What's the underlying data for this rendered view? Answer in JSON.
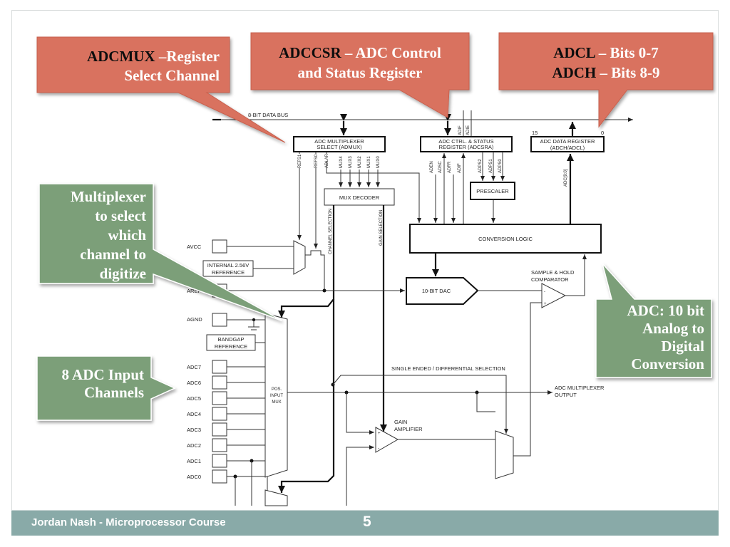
{
  "colors": {
    "callout_red": "#d9725f",
    "callout_green": "#7b9f79",
    "footer": "#89aaa8"
  },
  "callouts": {
    "admux": {
      "key": "ADCMUX",
      "rest": " –Register",
      "line2": "Select Channel"
    },
    "adcsr": {
      "key": "ADCCSR",
      "rest": " – ADC Control",
      "line2": "and Status Register"
    },
    "adcl": {
      "key1": "ADCL",
      "rest1": " – Bits 0-7",
      "key2": "ADCH",
      "rest2": " – Bits 8-9"
    },
    "mux": {
      "lines": [
        "Multiplexer",
        "to select",
        "which",
        "channel to",
        "digitize"
      ]
    },
    "adc": {
      "lines": [
        "ADC: 10 bit",
        "Analog to",
        "Digital",
        "Conversion"
      ]
    },
    "inputs": {
      "lines": [
        "8 ADC Input",
        "Channels"
      ]
    }
  },
  "diagram": {
    "data_bus": "8-BIT DATA BUS",
    "admux_box": [
      "ADC MULTIPLEXER",
      "SELECT (ADMUX)"
    ],
    "admux_bits": [
      "REFS1",
      "REFS0",
      "ADLAR",
      "MUX4",
      "MUX3",
      "MUX2",
      "MUX1",
      "MUX0"
    ],
    "mux_decoder": "MUX DECODER",
    "adcsra_box": [
      "ADC CTRL. & STATUS",
      "REGISTER (ADCSRA)"
    ],
    "adcsra_top_bits": [
      "ADIF",
      "ADIE"
    ],
    "adcsra_bits": [
      "ADEN",
      "ADSC",
      "ADFR",
      "ADIF",
      "ADPS2",
      "ADPS1",
      "ADPS0"
    ],
    "prescaler": "PRESCALER",
    "data_register": [
      "ADC DATA REGISTER",
      "(ADCH/ADCL)"
    ],
    "bit_high": "15",
    "bit_low": "0",
    "adc_bits": "ADC[9:0]",
    "conversion_logic": "CONVERSION LOGIC",
    "dac": "10-BIT DAC",
    "comparator": [
      "SAMPLE & HOLD",
      "COMPARATOR"
    ],
    "channel_selection": "CHANNEL SELECTION",
    "gain_selection": "GAIN SELECTION",
    "avcc": "AVCC",
    "aref": "AREF",
    "agnd": "AGND",
    "internal_ref": [
      "INTERNAL 2.56V",
      "REFERENCE"
    ],
    "bandgap": [
      "BANDGAP",
      "REFERENCE"
    ],
    "adc_inputs": [
      "ADC7",
      "ADC6",
      "ADC5",
      "ADC4",
      "ADC3",
      "ADC2",
      "ADC1",
      "ADC0"
    ],
    "pos_mux": [
      "POS.",
      "INPUT",
      "MUX"
    ],
    "se_diff": "SINGLE ENDED / DIFFERENTIAL SELECTION",
    "mux_output": [
      "ADC MULTIPLEXER",
      "OUTPUT"
    ],
    "gain_amp": [
      "GAIN",
      "AMPLIFIER"
    ],
    "plus": "+",
    "minus": "-"
  },
  "footer": {
    "author": "Jordan Nash - Microprocessor Course",
    "page": "5"
  }
}
